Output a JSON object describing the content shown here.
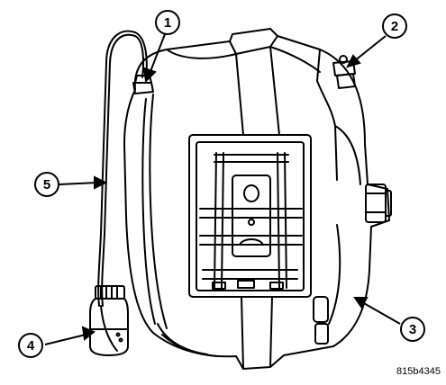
{
  "figure": {
    "id_label": "815b4345",
    "callouts": [
      {
        "number": "1"
      },
      {
        "number": "2"
      },
      {
        "number": "3"
      },
      {
        "number": "4"
      },
      {
        "number": "5"
      }
    ]
  },
  "colors": {
    "line": "#000000",
    "background": "#ffffff"
  }
}
